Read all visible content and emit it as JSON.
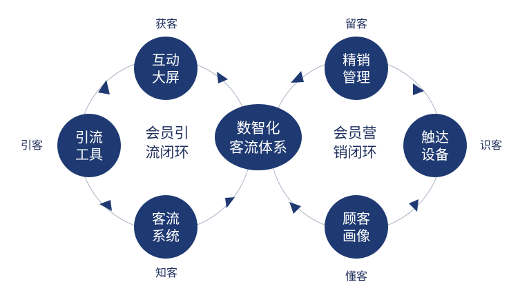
{
  "colors": {
    "node_fill": "#1f3a72",
    "loop_line": "#a9b3c7",
    "arrow": "#1f3a72",
    "label": "#1f2f5e"
  },
  "center": {
    "lines": [
      "数智化",
      "客流体系"
    ]
  },
  "left_loop": {
    "lines": [
      "会员引",
      "流闭环"
    ]
  },
  "right_loop": {
    "lines": [
      "会员营",
      "销闭环"
    ]
  },
  "nodes": {
    "interactive_screen": {
      "lines": [
        "互动",
        "大屏"
      ]
    },
    "traffic_tools": {
      "lines": [
        "引流",
        "工具"
      ]
    },
    "traffic_system": {
      "lines": [
        "客流",
        "系统"
      ]
    },
    "precision_marketing": {
      "lines": [
        "精销",
        "管理"
      ]
    },
    "touch_device": {
      "lines": [
        "触达",
        "设备"
      ]
    },
    "customer_portrait": {
      "lines": [
        "顾客",
        "画像"
      ]
    }
  },
  "labels": {
    "acquire": "获客",
    "attract": "引客",
    "know": "知客",
    "retain": "留客",
    "identify": "识客",
    "understand": "懂客"
  }
}
